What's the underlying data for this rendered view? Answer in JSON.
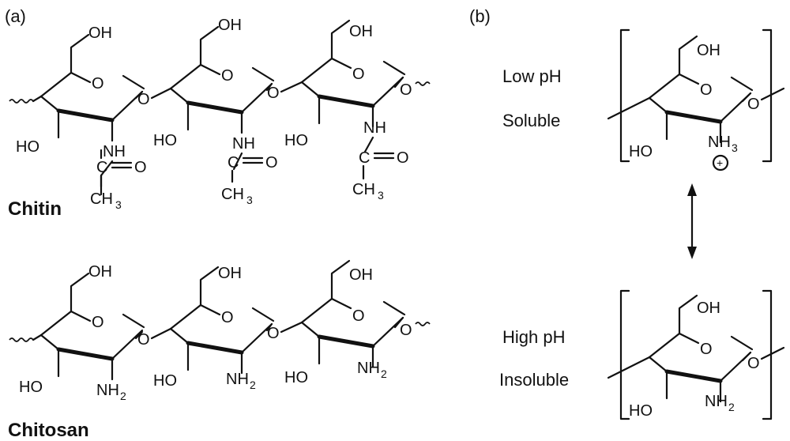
{
  "panels": {
    "a_label": "(a)",
    "b_label": "(b)"
  },
  "chitin": {
    "name": "Chitin",
    "oh_top": "OH",
    "oh_bottom": "HO",
    "ring_o": "O",
    "link_o": "O",
    "nh": "NH",
    "carbonyl_c": "C",
    "carbonyl_o": "O",
    "methyl": "CH",
    "methyl_sub": "3"
  },
  "chitosan": {
    "name": "Chitosan",
    "oh_top": "OH",
    "oh_bottom": "HO",
    "ring_o": "O",
    "link_o": "O",
    "amine": "NH",
    "amine_sub": "2"
  },
  "protonated": {
    "condition": "Low pH",
    "state": "Soluble",
    "amine": "NH",
    "amine_sub": "3",
    "charge": "+"
  },
  "neutral": {
    "condition": "High pH",
    "state": "Insoluble",
    "amine": "NH",
    "amine_sub": "2"
  }
}
